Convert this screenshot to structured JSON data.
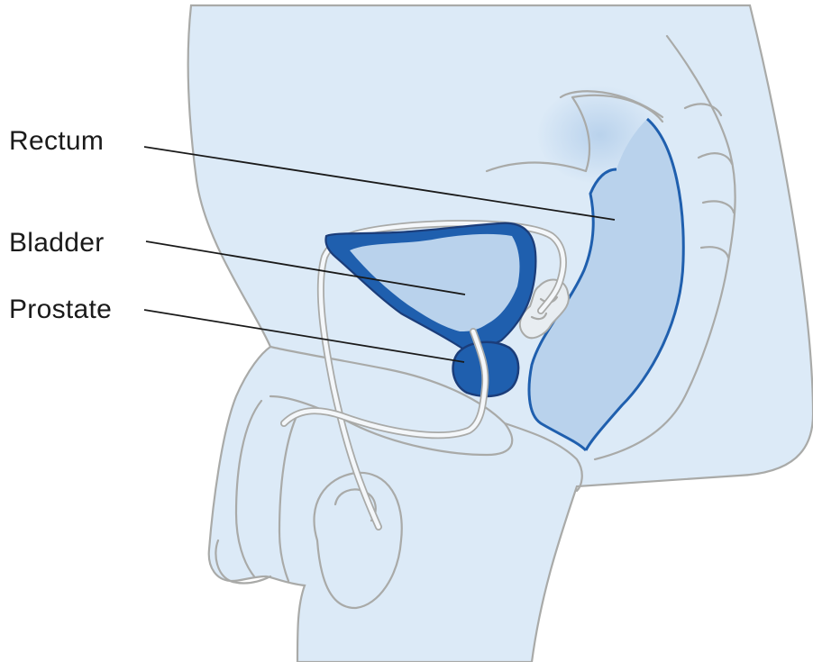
{
  "labels": {
    "rectum": "Rectum",
    "bladder": "Bladder",
    "prostate": "Prostate"
  },
  "colors": {
    "body_fill": "#dceaf7",
    "tissue_light": "#b9d2ec",
    "organ_dark": "#1f5fae",
    "organ_outline": "#1b3d7a",
    "outline_grey": "#a9aaa8",
    "text": "#1a1a1a"
  }
}
